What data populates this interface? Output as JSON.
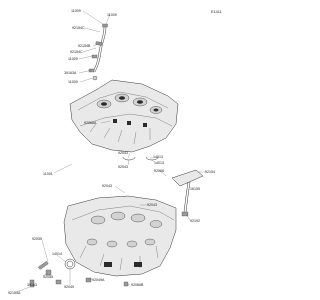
{
  "diagram": {
    "figure_code": "E1411",
    "parts": [
      {
        "id": "p1",
        "label": "11009"
      },
      {
        "id": "p2",
        "label": "11009"
      },
      {
        "id": "p3",
        "label": "92154C"
      },
      {
        "id": "p4",
        "label": "92154B"
      },
      {
        "id": "p5",
        "label": "92154C"
      },
      {
        "id": "p6",
        "label": "11009"
      },
      {
        "id": "p7",
        "label": "39163A"
      },
      {
        "id": "p8",
        "label": "11009"
      },
      {
        "id": "p9",
        "label": "92066A"
      },
      {
        "id": "p10",
        "label": "92043"
      },
      {
        "id": "p11",
        "label": "14013"
      },
      {
        "id": "p12",
        "label": "92043"
      },
      {
        "id": "p13",
        "label": "14013"
      },
      {
        "id": "p14",
        "label": "11001"
      },
      {
        "id": "p15",
        "label": "92066"
      },
      {
        "id": "p16",
        "label": "92154"
      },
      {
        "id": "p17",
        "label": "92043"
      },
      {
        "id": "p18",
        "label": "16155"
      },
      {
        "id": "p19",
        "label": "92043"
      },
      {
        "id": "p20",
        "label": "92192"
      },
      {
        "id": "p21",
        "label": "92055"
      },
      {
        "id": "p22",
        "label": "14014"
      },
      {
        "id": "p23",
        "label": "92055"
      },
      {
        "id": "p24",
        "label": "39163"
      },
      {
        "id": "p25",
        "label": "92154A"
      },
      {
        "id": "p26",
        "label": "92049"
      },
      {
        "id": "p27",
        "label": "92049A"
      },
      {
        "id": "p28",
        "label": "92066B"
      }
    ]
  }
}
